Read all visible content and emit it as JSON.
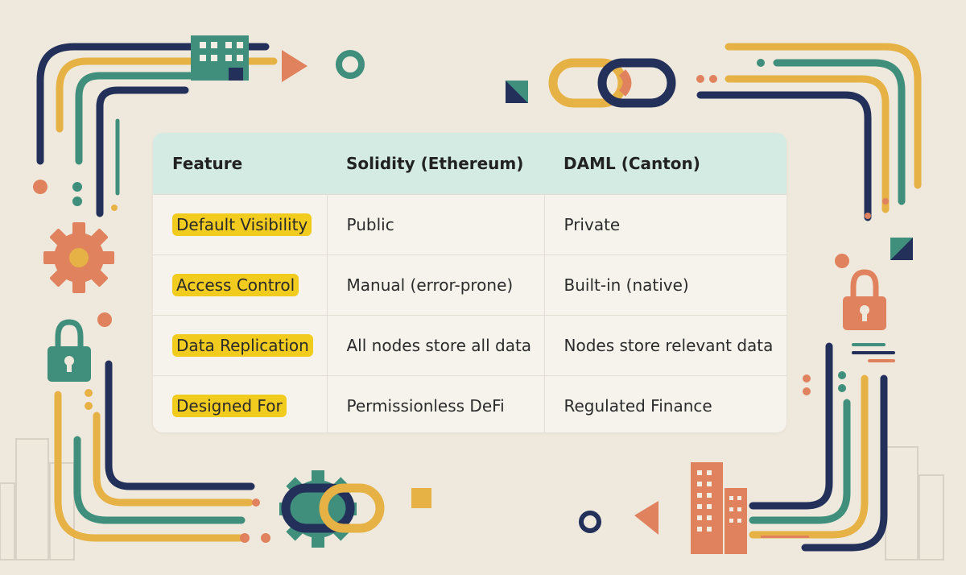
{
  "table": {
    "headers": [
      "Feature",
      "Solidity (Ethereum)",
      "DAML (Canton)"
    ],
    "rows": [
      [
        "Default Visibility",
        "Public",
        "Private"
      ],
      [
        "Access Control",
        "Manual (error-prone)",
        "Built-in (native)"
      ],
      [
        "Data Replication",
        "All nodes store all data",
        "Nodes store relevant data"
      ],
      [
        "Designed For",
        "Permissionless DeFi",
        "Regulated Finance"
      ]
    ]
  },
  "colors": {
    "background": "#efe9dd",
    "navy": "#23315a",
    "yellow": "#e6b245",
    "teal": "#3f8f7c",
    "coral": "#e0825e",
    "highlight": "#f2cb1f",
    "header_bg": "#d3ebe3"
  },
  "icons": [
    "gear-icon",
    "padlock-icon",
    "chain-link-icon",
    "building-icon",
    "triangle-icon",
    "ring-icon",
    "square-icon"
  ]
}
